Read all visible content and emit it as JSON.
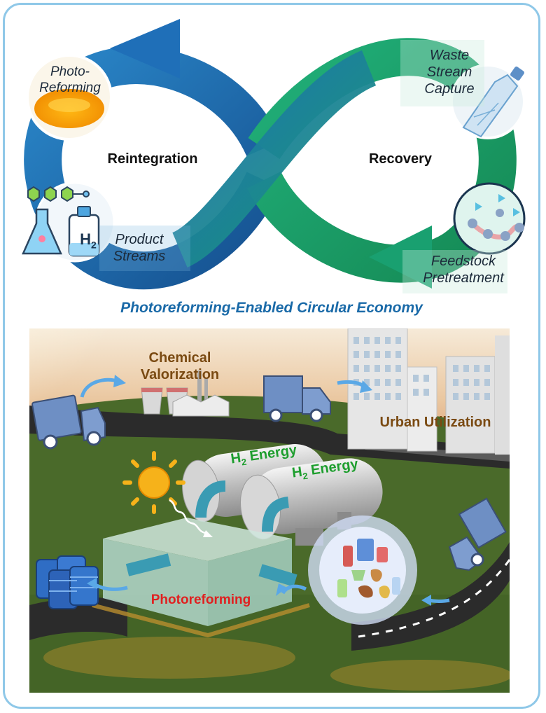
{
  "loop": {
    "left_label": "Reintegration",
    "right_label": "Recovery",
    "stages": {
      "photo_reforming": [
        "Photo-",
        "Reforming"
      ],
      "waste_capture": [
        "Waste",
        "Stream",
        "Capture"
      ],
      "feedstock": [
        "Feedstock",
        "Pretreatment"
      ],
      "products": [
        "Product",
        "Streams"
      ]
    },
    "h2_symbol": "H",
    "h2_subscript": "2"
  },
  "caption": "Photoreforming-Enabled Circular Economy",
  "scene": {
    "chemical_valorization": [
      "Chemical",
      "Valorization"
    ],
    "urban_utilization": "Urban Utilization",
    "tank_label_prefix": "H",
    "tank_label_sub": "2",
    "tank_label_suffix": " Energy",
    "photoreforming": "Photoreforming"
  },
  "colors": {
    "loop_blue": "#1a6fb3",
    "loop_green": "#1aa06a",
    "caption_blue": "#1a6aa8",
    "label_brown": "#7a4a12",
    "label_red": "#e02020",
    "label_green": "#1e9e2e"
  }
}
